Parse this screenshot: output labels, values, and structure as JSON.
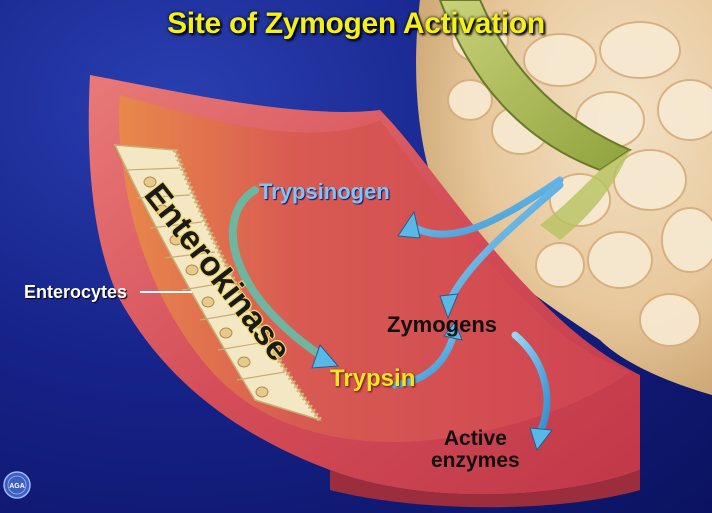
{
  "title": "Site of Zymogen Activation",
  "labels": {
    "enterokinase": "Enterokinase",
    "trypsinogen": "Trypsinogen",
    "zymogens": "Zymogens",
    "trypsin": "Trypsin",
    "active_line1": "Active",
    "active_line2": "enzymes",
    "enterocytes": "Enterocytes"
  },
  "logo": {
    "text": "AGA"
  },
  "colors": {
    "title": "#f4f01a",
    "trypsin": "#f3e61e",
    "trypsinogen": "#7fc4f2",
    "arrow": "#5ab8e6",
    "intestine_wall": "#d9545e",
    "background": "#16238a"
  },
  "icons": {
    "curved_arrows": "curved-arrow-icon",
    "logo": "aga-logo-icon"
  }
}
